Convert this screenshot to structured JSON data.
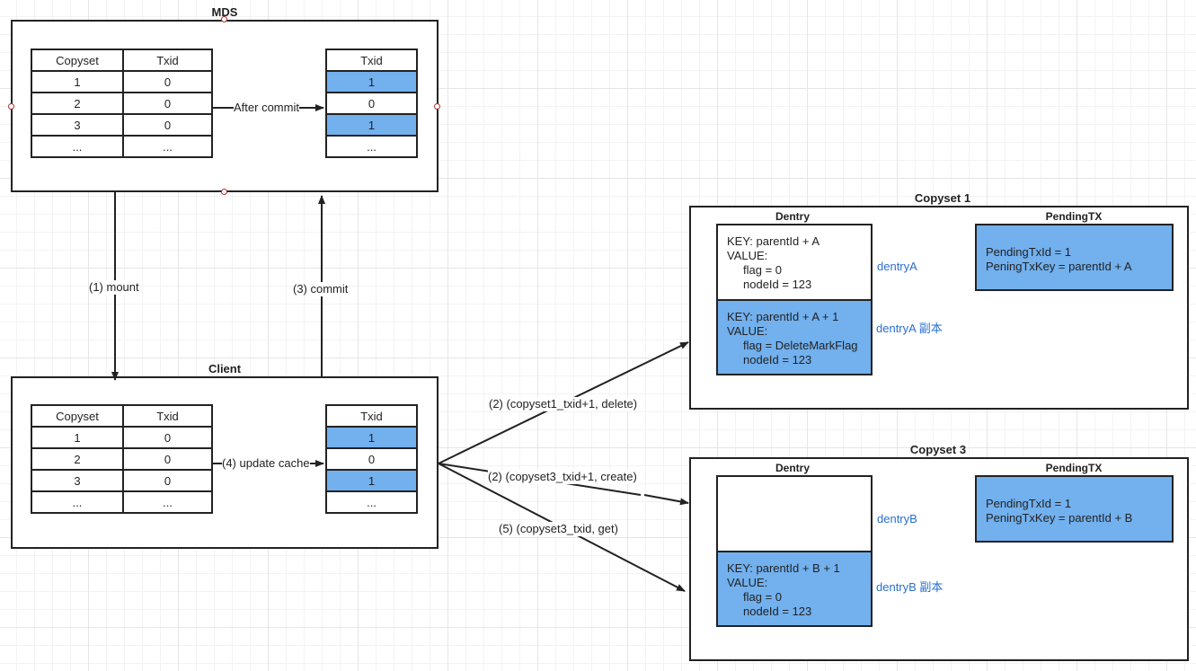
{
  "mds": {
    "title": "MDS",
    "left_table": {
      "headers": [
        "Copyset",
        "Txid"
      ],
      "rows": [
        [
          "1",
          "0"
        ],
        [
          "2",
          "0"
        ],
        [
          "3",
          "0"
        ],
        [
          "...",
          "..."
        ]
      ]
    },
    "right_table": {
      "header": "Txid",
      "rows": [
        "1",
        "0",
        "1",
        "..."
      ],
      "highlighted": [
        0,
        2
      ]
    },
    "arrow_label": "After commit"
  },
  "client": {
    "title": "Client",
    "left_table": {
      "headers": [
        "Copyset",
        "Txid"
      ],
      "rows": [
        [
          "1",
          "0"
        ],
        [
          "2",
          "0"
        ],
        [
          "3",
          "0"
        ],
        [
          "...",
          "..."
        ]
      ]
    },
    "right_table": {
      "header": "Txid",
      "rows": [
        "1",
        "0",
        "1",
        "..."
      ],
      "highlighted": [
        0,
        2
      ]
    },
    "arrow_label": "(4) update cache"
  },
  "edges": {
    "mount": "(1) mount",
    "commit": "(3) commit",
    "delete": "(2) (copyset1_txid+1, delete)",
    "create": "(2) (copyset3_txid+1, create)",
    "get": "(5) (copyset3_txid, get)"
  },
  "copyset1": {
    "title": "Copyset 1",
    "dentry_title": "Dentry",
    "pending_title": "PendingTX",
    "dentry_a": {
      "lines": [
        "KEY: parentId + A",
        "VALUE:",
        "flag = 0",
        "nodeId = 123"
      ],
      "note": "dentryA"
    },
    "dentry_a_copy": {
      "lines": [
        "KEY: parentId + A + 1",
        "VALUE:",
        "flag = DeleteMarkFlag",
        "nodeId = 123"
      ],
      "note": "dentryA 副本"
    },
    "pending": [
      "PendingTxId = 1",
      "PeningTxKey = parentId + A"
    ]
  },
  "copyset3": {
    "title": "Copyset 3",
    "dentry_title": "Dentry",
    "pending_title": "PendingTX",
    "dentry_b": {
      "note": "dentryB"
    },
    "dentry_b_copy": {
      "lines": [
        "KEY: parentId + B + 1",
        "VALUE:",
        "flag = 0",
        "nodeId = 123"
      ],
      "note": "dentryB 副本"
    },
    "pending": [
      "PendingTxId = 1",
      "PeningTxKey = parentId + B"
    ]
  },
  "colors": {
    "highlight": "#72b0ee",
    "note_text": "#2a6fcf",
    "stroke": "#222222"
  }
}
